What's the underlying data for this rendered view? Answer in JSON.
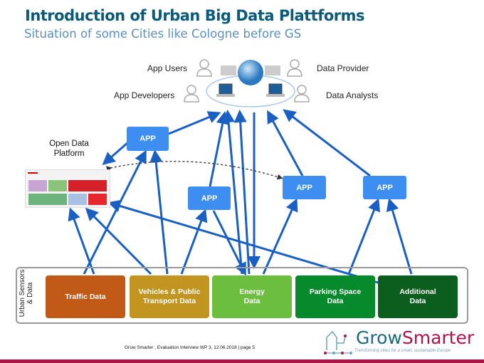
{
  "title": "Introduction of Urban Big Data Plattforms",
  "subtitle": "Situation of some Cities like Cologne before GS",
  "roles": {
    "app_users": "App Users",
    "app_developers": "App Developers",
    "data_provider": "Data Provider",
    "data_analysts": "Data Analysts"
  },
  "apps": [
    "APP",
    "APP",
    "APP",
    "APP"
  ],
  "open_data_platform": "Open Data Platform",
  "sensors_label": "Urban Sensors & Data",
  "sources": [
    {
      "label": "Traffic Data",
      "color": "#c15a17"
    },
    {
      "label": "Vehicles & Public\nTransport Data",
      "color": "#c29520"
    },
    {
      "label": "Energy\nData",
      "color": "#6cbf3e"
    },
    {
      "label": "Parking Space\nData",
      "color": "#078a2c"
    },
    {
      "label": "Additional\nData",
      "color": "#0b5e1d"
    }
  ],
  "footer": "Grow Smarter , Evaluation Interview WP 3, 12.06.2018 | page 5",
  "logo": {
    "grow": "Grow",
    "smarter": "Smarter",
    "tagline": "Transforming cities for a smart, sustainable Europe"
  },
  "colors": {
    "arrow": "#1a5fc4",
    "app": "#3d8ef0",
    "brand_red": "#b01447",
    "brand_teal": "#1a6a80"
  }
}
